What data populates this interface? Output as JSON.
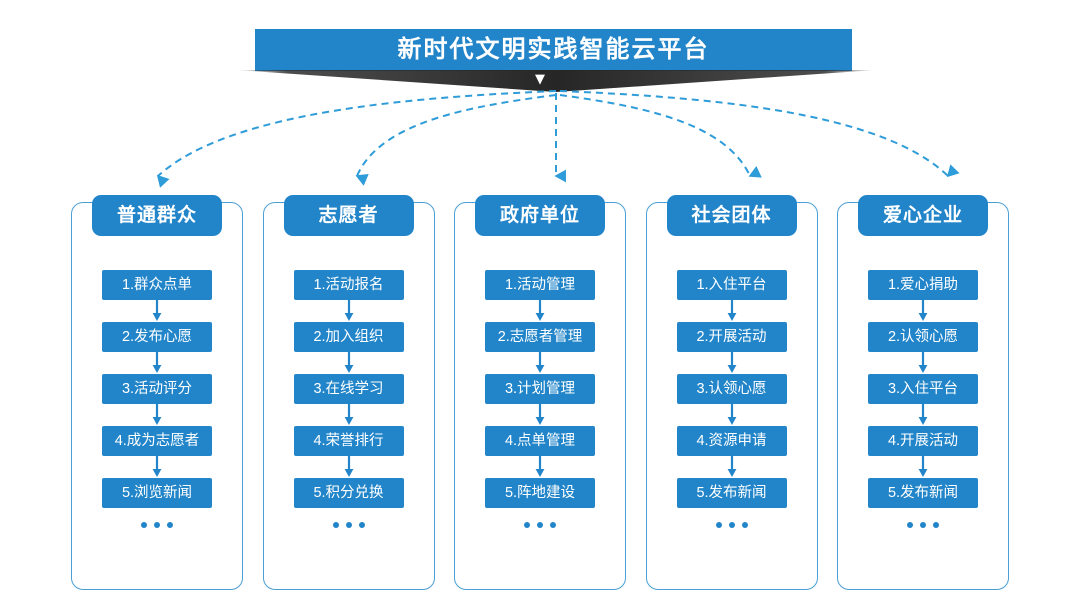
{
  "title_banner": {
    "text": "新时代文明实践智能云平台",
    "chevron": "▼",
    "bg_color": "#2285c9",
    "ribbon_color": "#2e2e2e",
    "text_color": "#ffffff"
  },
  "theme": {
    "primary_blue": "#2285c9",
    "frame_border": "#4a9fd4",
    "connector": "#2e9cd8",
    "background": "#ffffff"
  },
  "ellipsis": {
    "dots": [
      "dot",
      "dot",
      "dot"
    ]
  },
  "columns": [
    {
      "id": "public",
      "header": "普通群众",
      "items": [
        "1.群众点单",
        "2.发布心愿",
        "3.活动评分",
        "4.成为志愿者",
        "5.浏览新闻"
      ]
    },
    {
      "id": "volunteer",
      "header": "志愿者",
      "items": [
        "1.活动报名",
        "2.加入组织",
        "3.在线学习",
        "4.荣誉排行",
        "5.积分兑换"
      ]
    },
    {
      "id": "government",
      "header": "政府单位",
      "items": [
        "1.活动管理",
        "2.志愿者管理",
        "3.计划管理",
        "4.点单管理",
        "5.阵地建设"
      ]
    },
    {
      "id": "social-group",
      "header": "社会团体",
      "items": [
        "1.入住平台",
        "2.开展活动",
        "3.认领心愿",
        "4.资源申请",
        "5.发布新闻"
      ]
    },
    {
      "id": "enterprise",
      "header": "爱心企业",
      "items": [
        "1.爱心捐助",
        "2.认领心愿",
        "3.入住平台",
        "4.开展活动",
        "5.发布新闻"
      ]
    }
  ],
  "connectors": {
    "origin_label": "platform-hub",
    "count": 5,
    "style": "dashed-curved-arrow"
  }
}
